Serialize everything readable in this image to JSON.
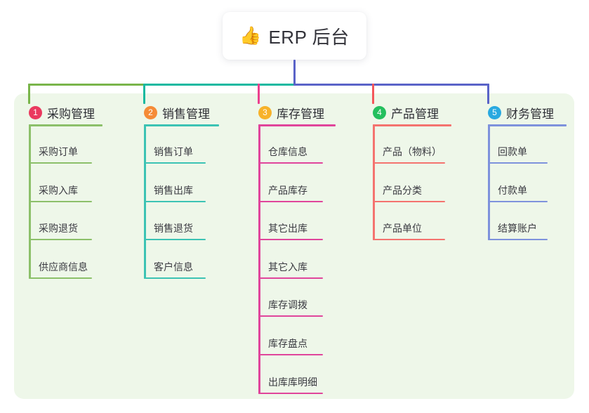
{
  "diagram": {
    "type": "org-chart",
    "root": {
      "icon": "thumbs-up-icon",
      "icon_glyph": "👍",
      "title": "ERP 后台",
      "stem_color": "#5a63c8"
    },
    "panel_color": "#eef7e9",
    "connector_segments": [
      {
        "name": "segment-green",
        "color": "#79b54a"
      },
      {
        "name": "segment-teal",
        "color": "#17b9a0"
      },
      {
        "name": "segment-indigo",
        "color": "#5a63c8"
      }
    ],
    "branches": [
      {
        "number": "1",
        "title": "采购管理",
        "badge_color": "#ea3a5f",
        "line_color": "#8cc06a",
        "drop_color": "#79b54a",
        "items": [
          "采购订单",
          "采购入库",
          "采购退货",
          "供应商信息"
        ]
      },
      {
        "number": "2",
        "title": "销售管理",
        "badge_color": "#f58b37",
        "line_color": "#3cc3b4",
        "drop_color": "#17b9a0",
        "items": [
          "销售订单",
          "销售出库",
          "销售退货",
          "客户信息"
        ]
      },
      {
        "number": "3",
        "title": "库存管理",
        "badge_color": "#f7b22a",
        "line_color": "#e0459b",
        "drop_color": "#ec3f8e",
        "items": [
          "仓库信息",
          "产品库存",
          "其它出库",
          "其它入库",
          "库存调拨",
          "库存盘点",
          "出库库明细"
        ]
      },
      {
        "number": "4",
        "title": "产品管理",
        "badge_color": "#24bf5e",
        "line_color": "#f4736f",
        "drop_color": "#f4565a",
        "items": [
          "产品（物料）",
          "产品分类",
          "产品单位"
        ]
      },
      {
        "number": "5",
        "title": "财务管理",
        "badge_color": "#29a9e0",
        "line_color": "#7e92dc",
        "drop_color": "#5a63c8",
        "items": [
          "回款单",
          "付款单",
          "结算账户"
        ]
      }
    ]
  }
}
